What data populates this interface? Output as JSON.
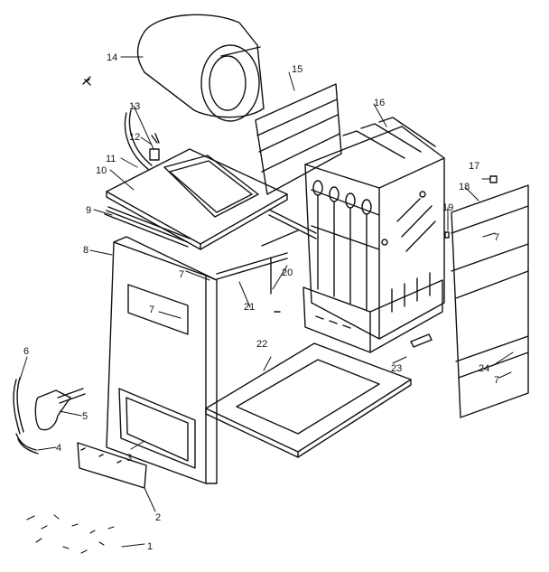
{
  "callouts": [
    {
      "id": "c1",
      "text": "1"
    },
    {
      "id": "c2",
      "text": "2"
    },
    {
      "id": "c3",
      "text": "3"
    },
    {
      "id": "c4",
      "text": "4"
    },
    {
      "id": "c5",
      "text": "5"
    },
    {
      "id": "c6",
      "text": "6"
    },
    {
      "id": "c7a",
      "text": "7"
    },
    {
      "id": "c7b",
      "text": "7"
    },
    {
      "id": "c7c",
      "text": "7"
    },
    {
      "id": "c7d",
      "text": "7"
    },
    {
      "id": "c8",
      "text": "8"
    },
    {
      "id": "c9",
      "text": "9"
    },
    {
      "id": "c10",
      "text": "10"
    },
    {
      "id": "c11",
      "text": "11"
    },
    {
      "id": "c12",
      "text": "12"
    },
    {
      "id": "c13",
      "text": "13"
    },
    {
      "id": "c14",
      "text": "14"
    },
    {
      "id": "c15",
      "text": "15"
    },
    {
      "id": "c16",
      "text": "16"
    },
    {
      "id": "c17",
      "text": "17"
    },
    {
      "id": "c18",
      "text": "18"
    },
    {
      "id": "c19",
      "text": "19"
    },
    {
      "id": "c20",
      "text": "20"
    },
    {
      "id": "c21",
      "text": "21"
    },
    {
      "id": "c22",
      "text": "22"
    },
    {
      "id": "c23",
      "text": "23"
    },
    {
      "id": "c24",
      "text": "24"
    }
  ]
}
